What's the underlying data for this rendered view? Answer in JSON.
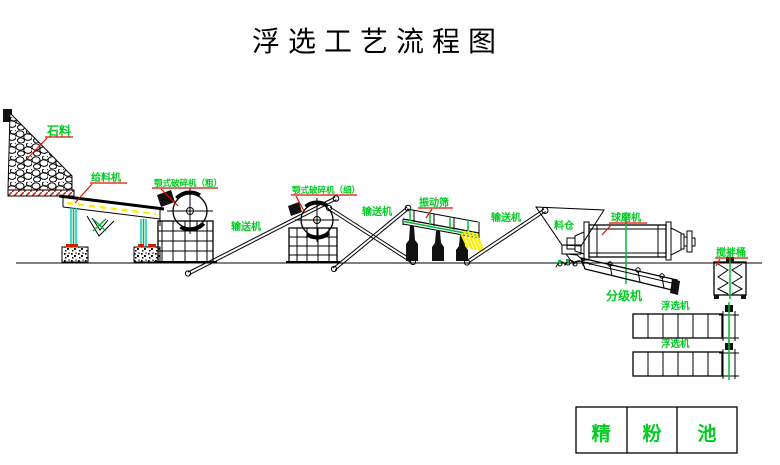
{
  "title": "浮选工艺流程图",
  "labels": {
    "stone": "石料",
    "feeder": "给料机",
    "jaw_crusher_coarse": "颚式破碎机（粗）",
    "jaw_crusher_fine": "颚式破碎机（细）",
    "conveyor_1": "输送机",
    "conveyor_2": "输送机",
    "conveyor_3": "输送机",
    "vibrating_screen": "振动筛",
    "silo": "料仓",
    "ball_mill": "球磨机",
    "classifier": "分级机",
    "mixing_tank": "搅拌桶",
    "flotation_row_1": "浮选机",
    "flotation_row_2": "浮选机",
    "pool_cells": [
      "精",
      "粉",
      "池"
    ]
  },
  "colors": {
    "background": "#ffffff",
    "line_black": "#000000",
    "label_green": "#00cc22",
    "leader_red": "#dd1100",
    "material_yellow": "#ffee00",
    "leg_cyan": "#00cccc"
  }
}
